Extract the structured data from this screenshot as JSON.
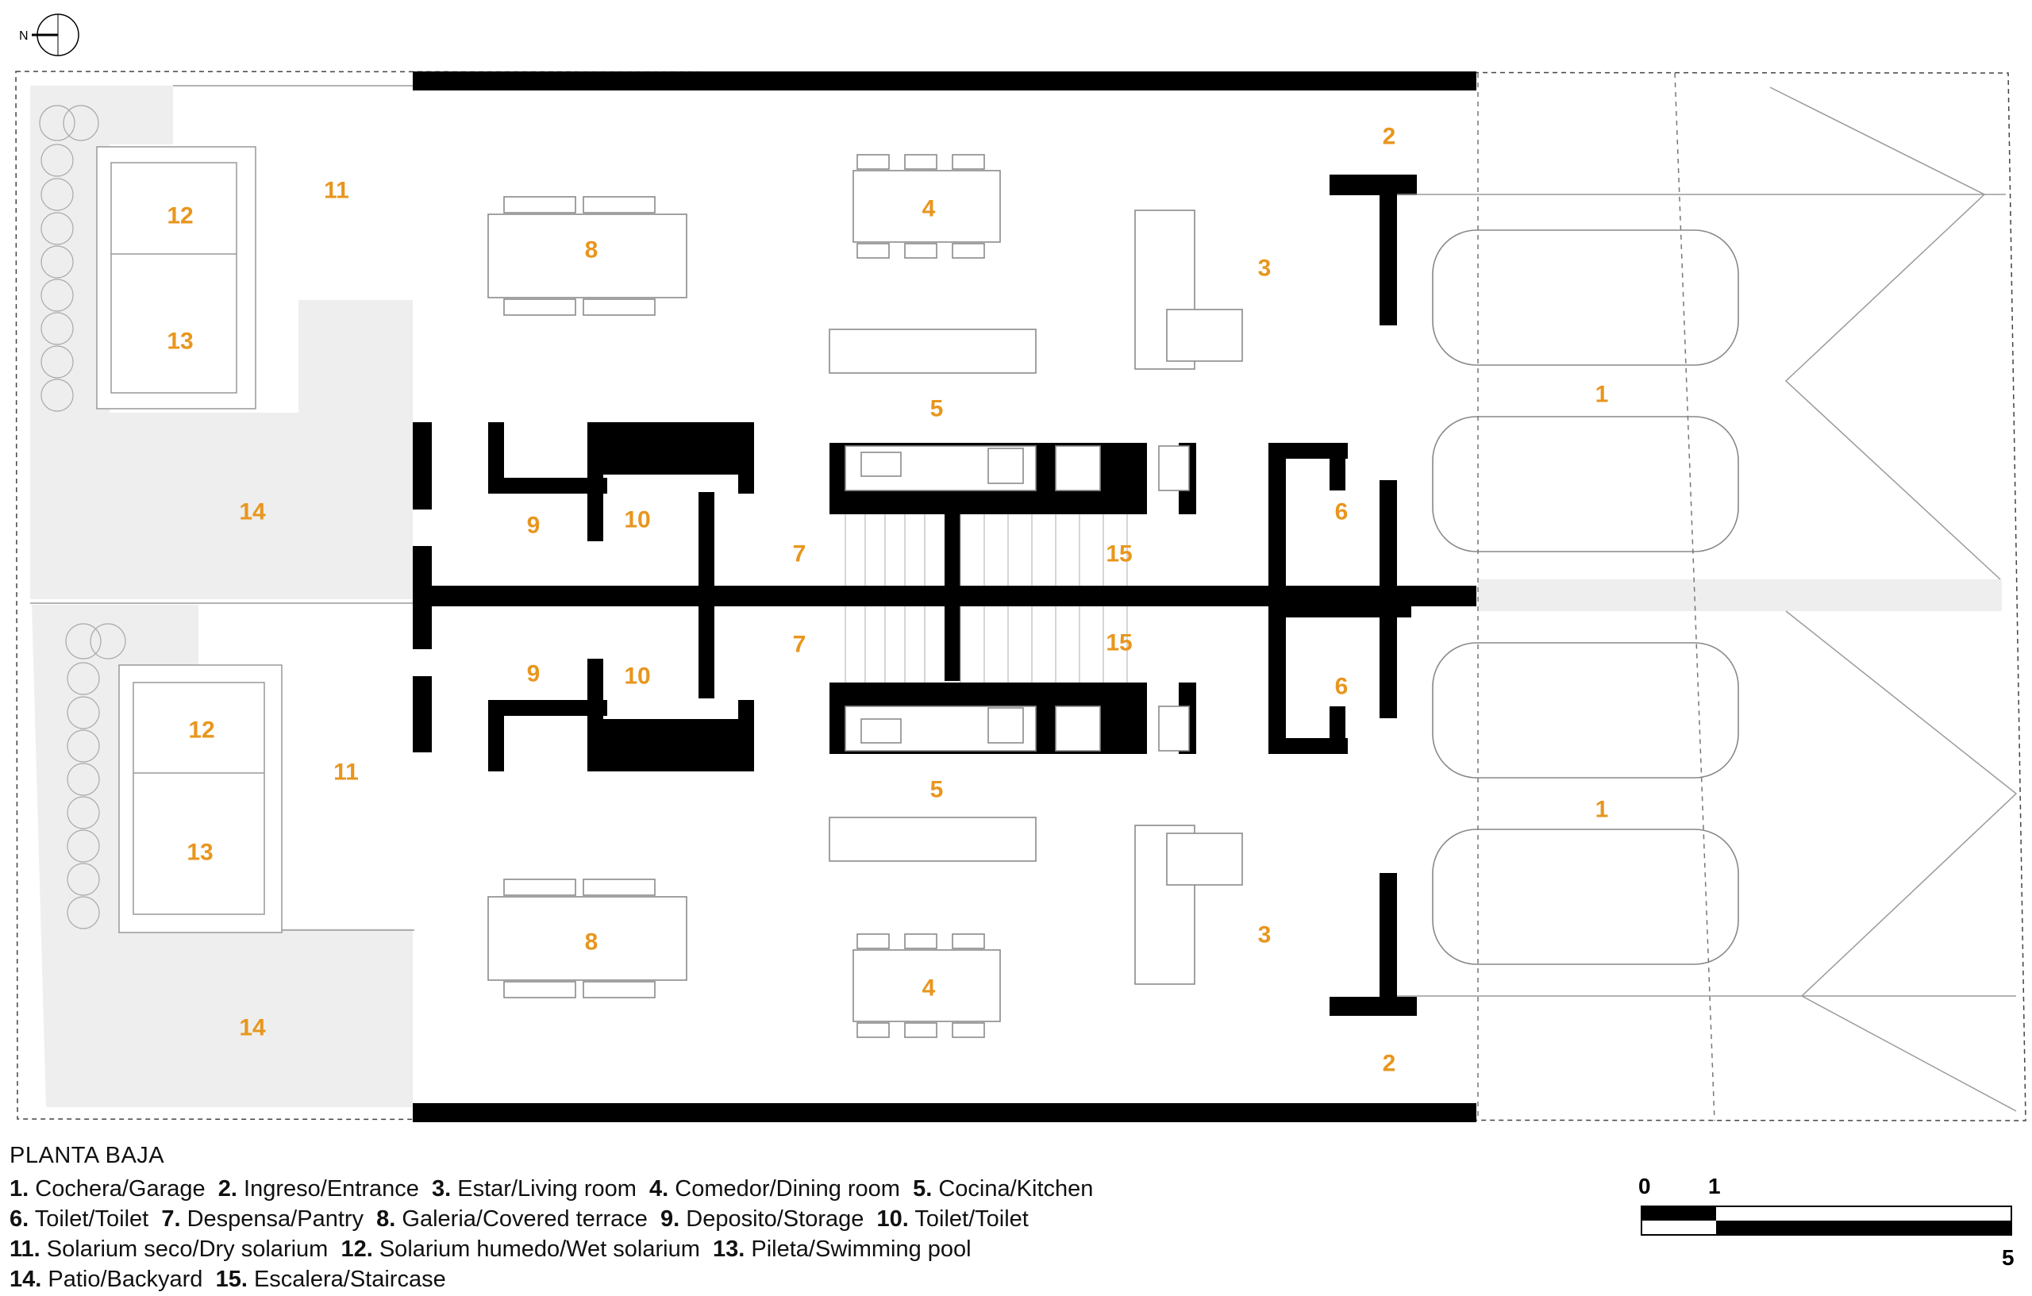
{
  "compass": {
    "label": "N"
  },
  "rooms": {
    "r1": "1",
    "r2": "2",
    "r3": "3",
    "r4": "4",
    "r5": "5",
    "r6": "6",
    "r7": "7",
    "r8": "8",
    "r9": "9",
    "r10": "10",
    "r11": "11",
    "r12": "12",
    "r13": "13",
    "r14": "14",
    "r15": "15"
  },
  "legend": {
    "title": "PLANTA BAJA",
    "line1": [
      {
        "n": "1.",
        "t": "Cochera/Garage"
      },
      {
        "n": "2.",
        "t": "Ingreso/Entrance"
      },
      {
        "n": "3.",
        "t": "Estar/Living room"
      },
      {
        "n": "4.",
        "t": "Comedor/Dining room"
      },
      {
        "n": "5.",
        "t": "Cocina/Kitchen"
      }
    ],
    "line2": [
      {
        "n": "6.",
        "t": "Toilet/Toilet"
      },
      {
        "n": "7.",
        "t": "Despensa/Pantry"
      },
      {
        "n": "8.",
        "t": "Galeria/Covered terrace"
      },
      {
        "n": "9.",
        "t": "Deposito/Storage"
      },
      {
        "n": "10.",
        "t": "Toilet/Toilet"
      }
    ],
    "line3": [
      {
        "n": "11.",
        "t": "Solarium seco/Dry solarium"
      },
      {
        "n": "12.",
        "t": "Solarium humedo/Wet solarium"
      },
      {
        "n": "13.",
        "t": "Pileta/Swimming pool"
      }
    ],
    "line4": [
      {
        "n": "14.",
        "t": "Patio/Backyard"
      },
      {
        "n": "15.",
        "t": "Escalera/Staircase"
      }
    ]
  },
  "scale": {
    "label0": "0",
    "label1": "1",
    "label5": "5"
  },
  "colors": {
    "label": "#E8961E",
    "wall": "#000000",
    "shade": "#eeeeee"
  }
}
